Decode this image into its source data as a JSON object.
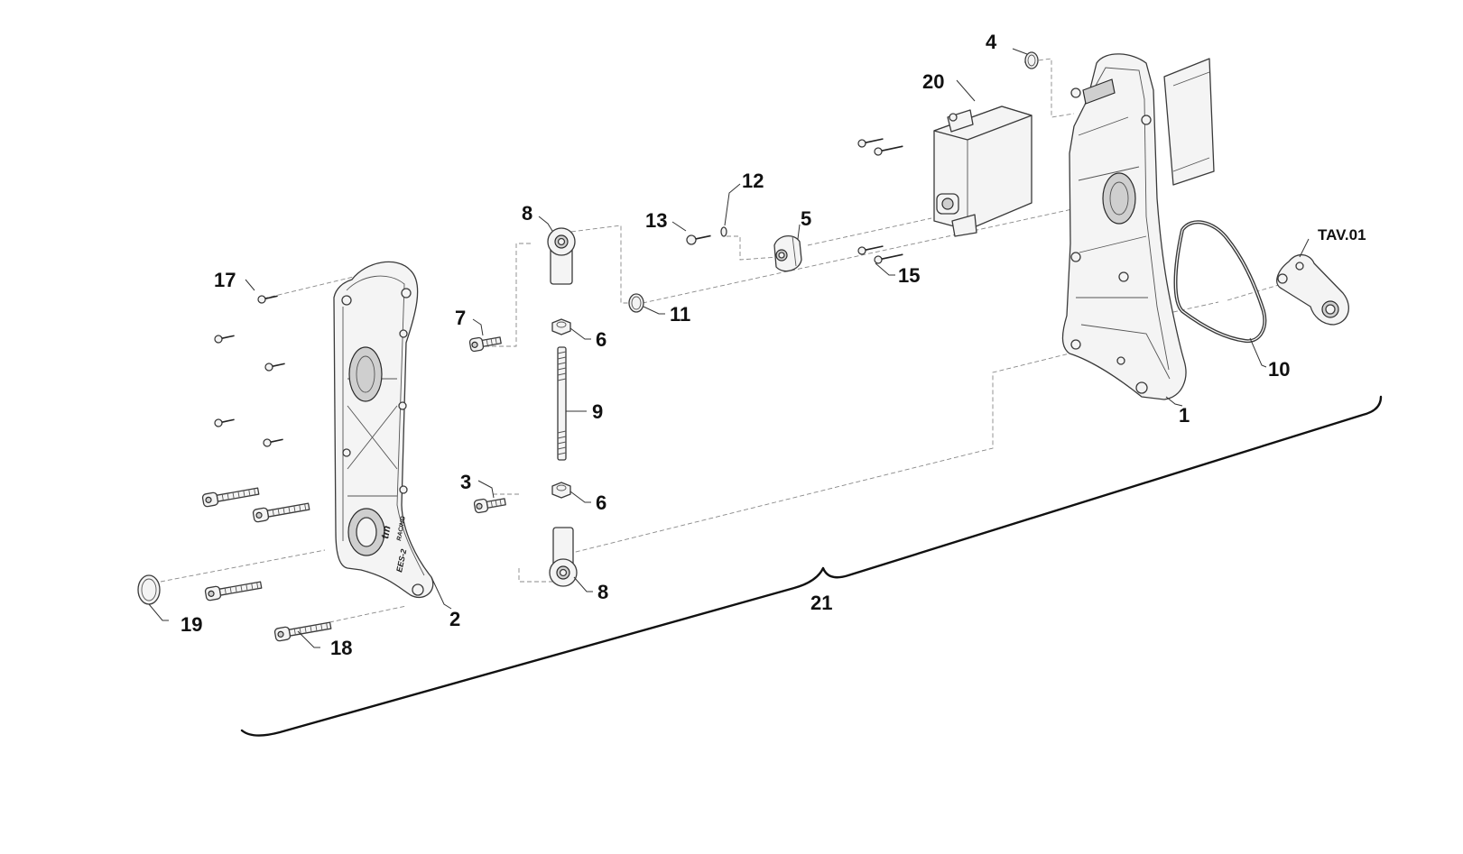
{
  "callouts": {
    "c1": "1",
    "c2": "2",
    "c3": "3",
    "c4": "4",
    "c5": "5",
    "c6a": "6",
    "c6b": "6",
    "c7": "7",
    "c8a": "8",
    "c8b": "8",
    "c9": "9",
    "c10": "10",
    "c11": "11",
    "c12": "12",
    "c13": "13",
    "c15": "15",
    "c17": "17",
    "c18": "18",
    "c19": "19",
    "c20": "20",
    "c21": "21",
    "tav": "TAV.01"
  },
  "logo": {
    "brand": "tm",
    "sub": "RACING",
    "code": "EES-2"
  }
}
